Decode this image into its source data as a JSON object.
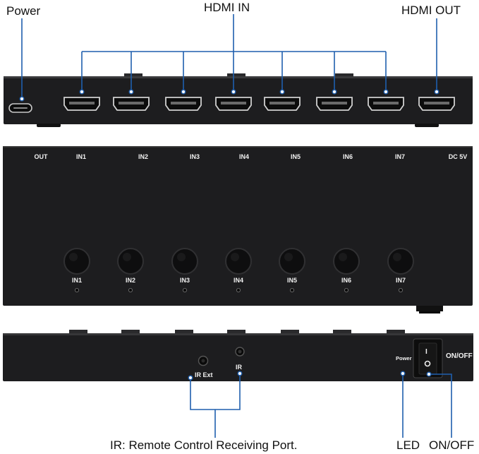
{
  "callouts": {
    "power": "Power",
    "hdmi_in": "HDMI IN",
    "hdmi_out": "HDMI OUT",
    "ir_note": "IR: Remote Control Receiving Port.",
    "led": "LED",
    "on_off": "ON/OFF"
  },
  "top_panel": {
    "labels": [
      "OUT",
      "IN1",
      "IN2",
      "IN3",
      "IN4",
      "IN5",
      "IN6",
      "IN7",
      "DC 5V"
    ],
    "buttons": [
      "IN1",
      "IN2",
      "IN3",
      "IN4",
      "IN5",
      "IN6",
      "IN7"
    ]
  },
  "front_panel": {
    "ir_ext": "IR Ext",
    "ir": "IR",
    "power": "Power",
    "on_off": "ON/OFF",
    "switch_on": "I",
    "switch_off": "O"
  },
  "colors": {
    "device": "#1d1d1f",
    "device_edge": "#3a3a3c",
    "callout_line": "#1f5fae",
    "label": "#f2f2f2",
    "text": "#111111"
  }
}
